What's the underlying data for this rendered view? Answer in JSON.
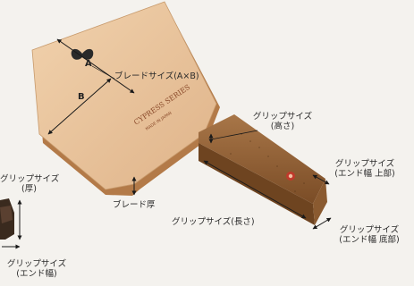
{
  "letters": {
    "a": "A",
    "b": "B"
  },
  "labels": {
    "blade_size": "ブレードサイズ(A×B)",
    "grip_height_line1": "グリップサイズ",
    "grip_height_line2": "(高さ)",
    "grip_end_top_line1": "グリップサイズ",
    "grip_end_top_line2": "(エンド幅 上部)",
    "grip_thickness_line1": "グリップサイズ",
    "grip_thickness_line2": "(厚)",
    "blade_thickness": "ブレード厚",
    "grip_length": "グリップサイズ(長さ)",
    "grip_end_bottom_line1": "グリップサイズ",
    "grip_end_bottom_line2": "(エンド幅 底部)",
    "grip_end_width_line1": "グリップサイズ",
    "grip_end_width_line2": "(エンド幅)"
  },
  "product": {
    "printed_text": "CYPRESS SERIES",
    "printed_subtext": "MADE IN JAPAN"
  },
  "colors": {
    "blade_face": "#e8c49a",
    "blade_edge": "#b37a48",
    "grip_top": "#9a6a3c",
    "grip_side": "#6e4420",
    "arrow": "#1a1a1a",
    "logo_red": "#c0392b"
  }
}
